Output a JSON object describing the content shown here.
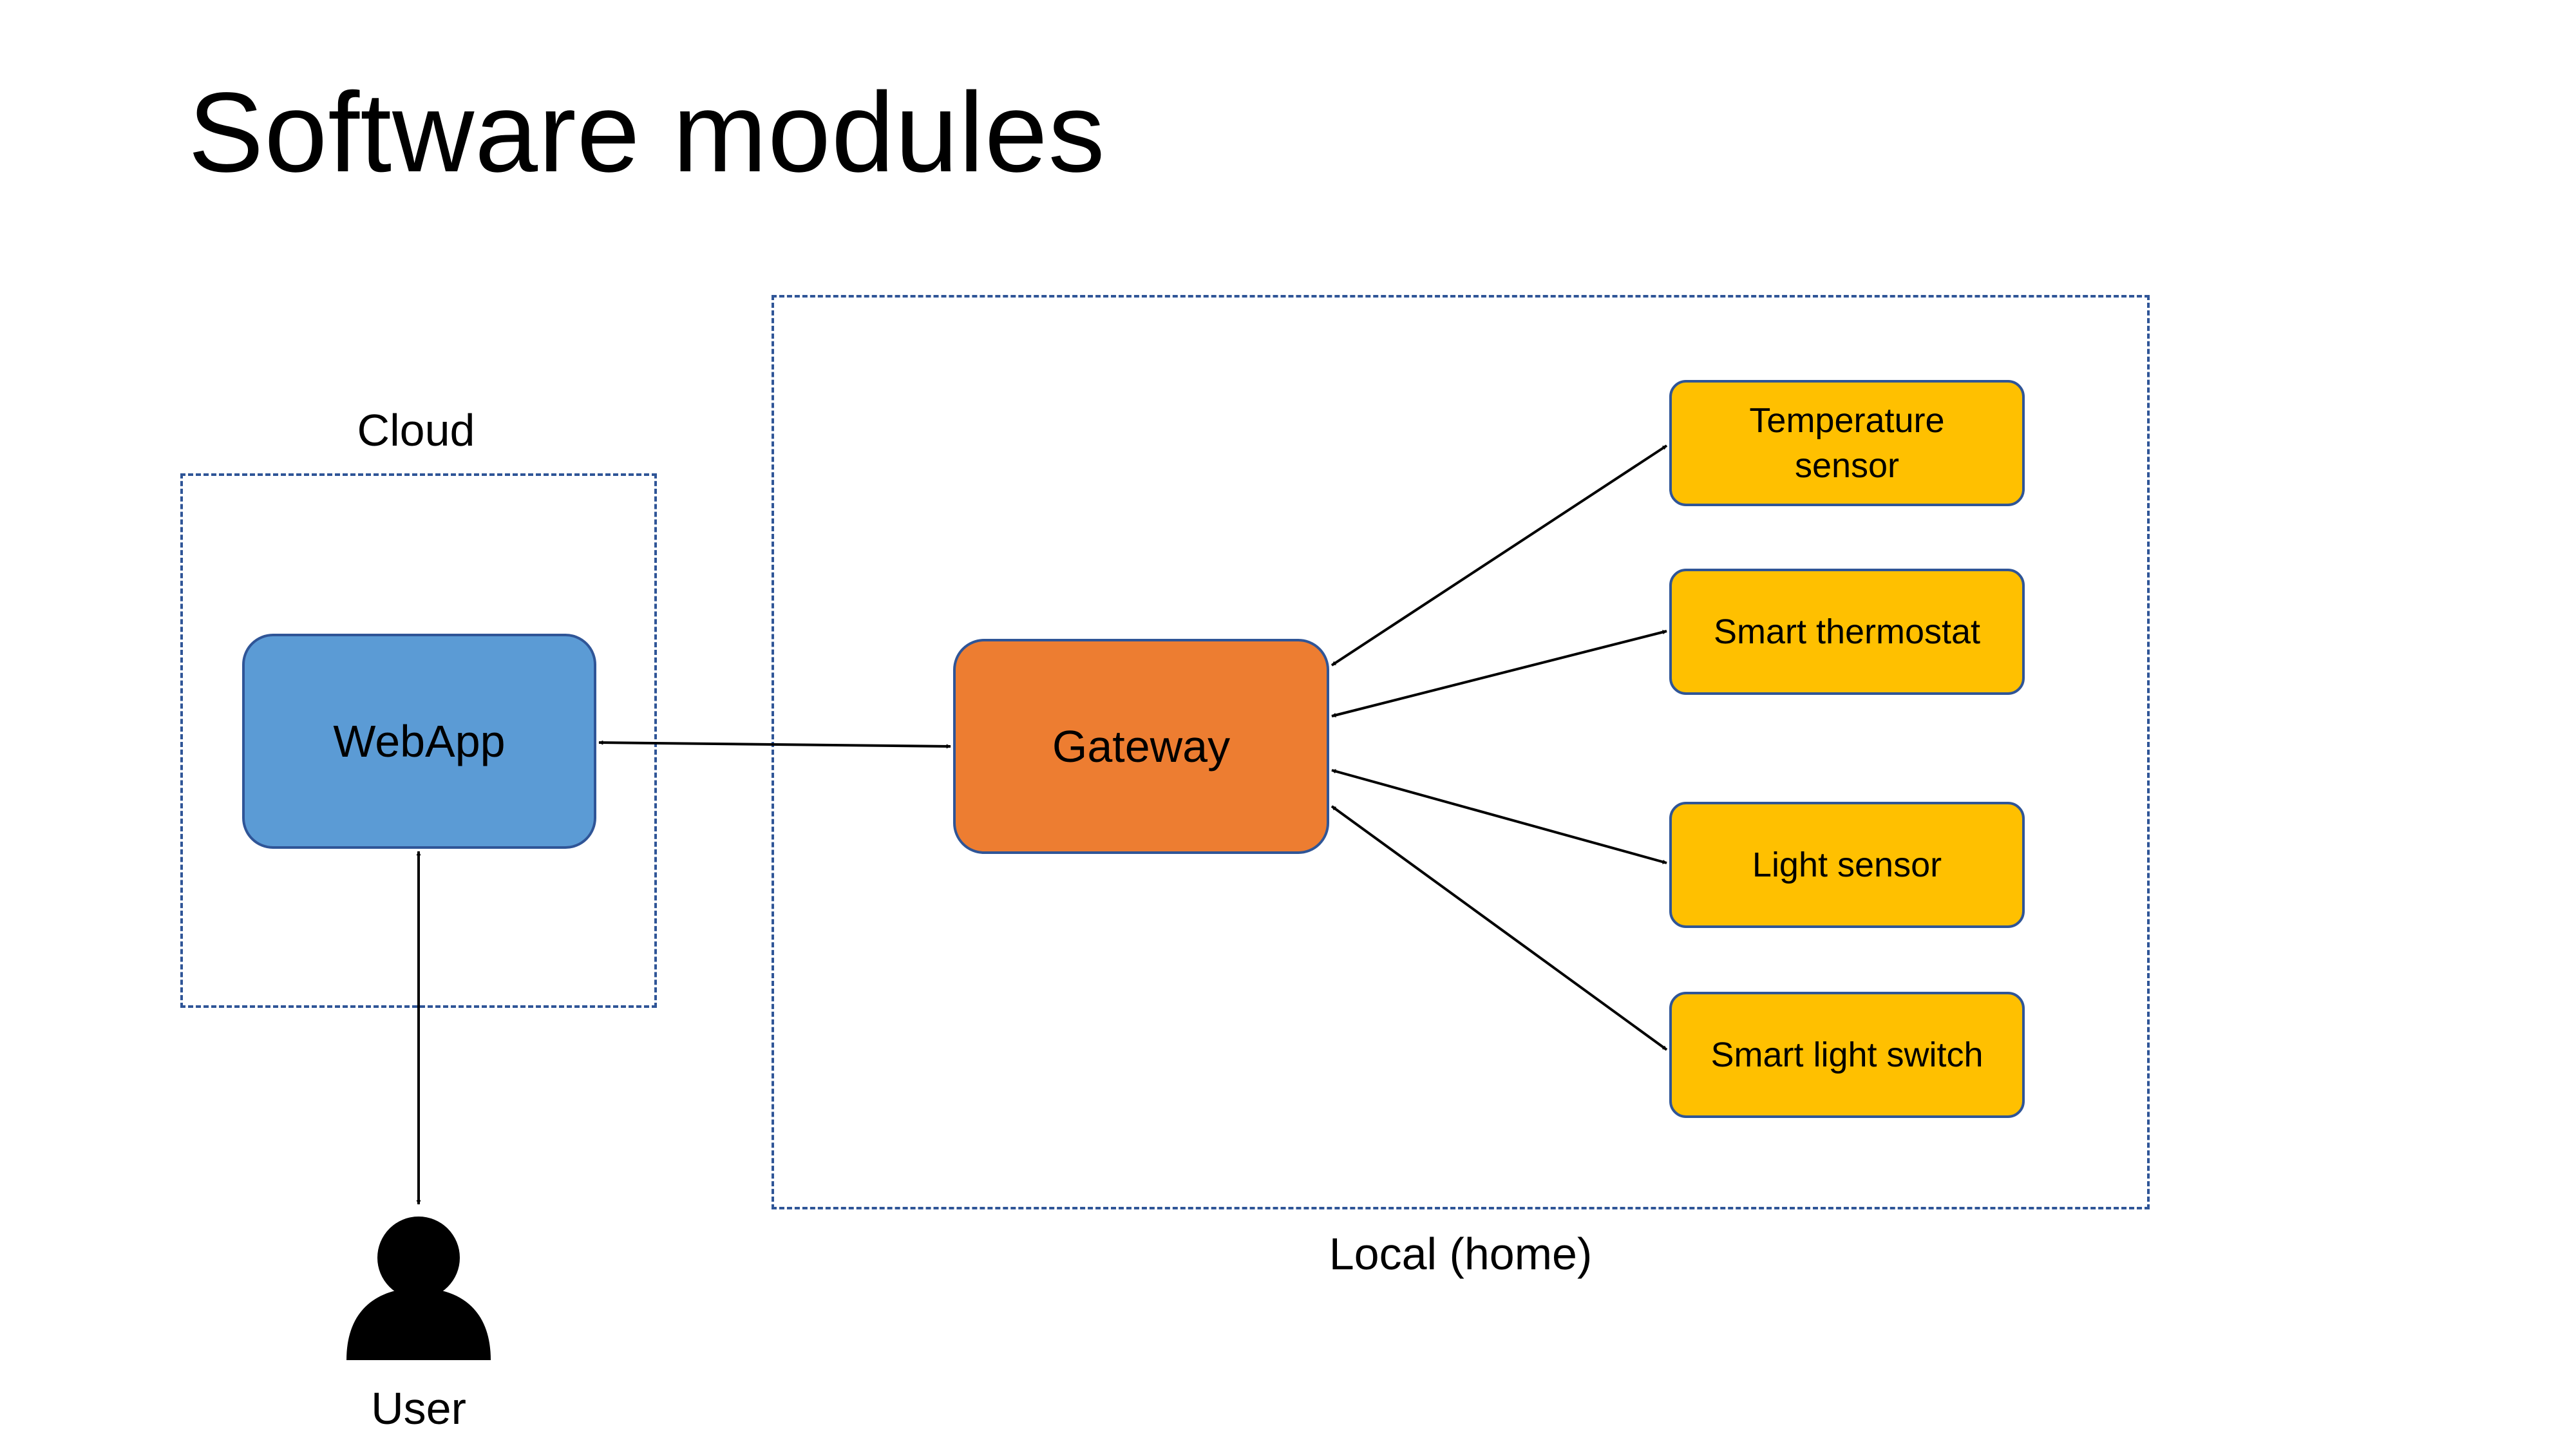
{
  "title": "Software modules",
  "regions": {
    "cloud_label": "Cloud",
    "local_label": "Local (home)"
  },
  "nodes": {
    "webapp": "WebApp",
    "gateway": "Gateway",
    "devices": [
      "Temperature\nsensor",
      "Smart thermostat",
      "Light sensor",
      "Smart light switch"
    ],
    "user": "User"
  },
  "colors": {
    "webapp_fill": "#5b9bd5",
    "gateway_fill": "#ed7d31",
    "device_fill": "#ffc000",
    "border": "#2f5597"
  },
  "icons": {
    "user": "person-icon"
  }
}
